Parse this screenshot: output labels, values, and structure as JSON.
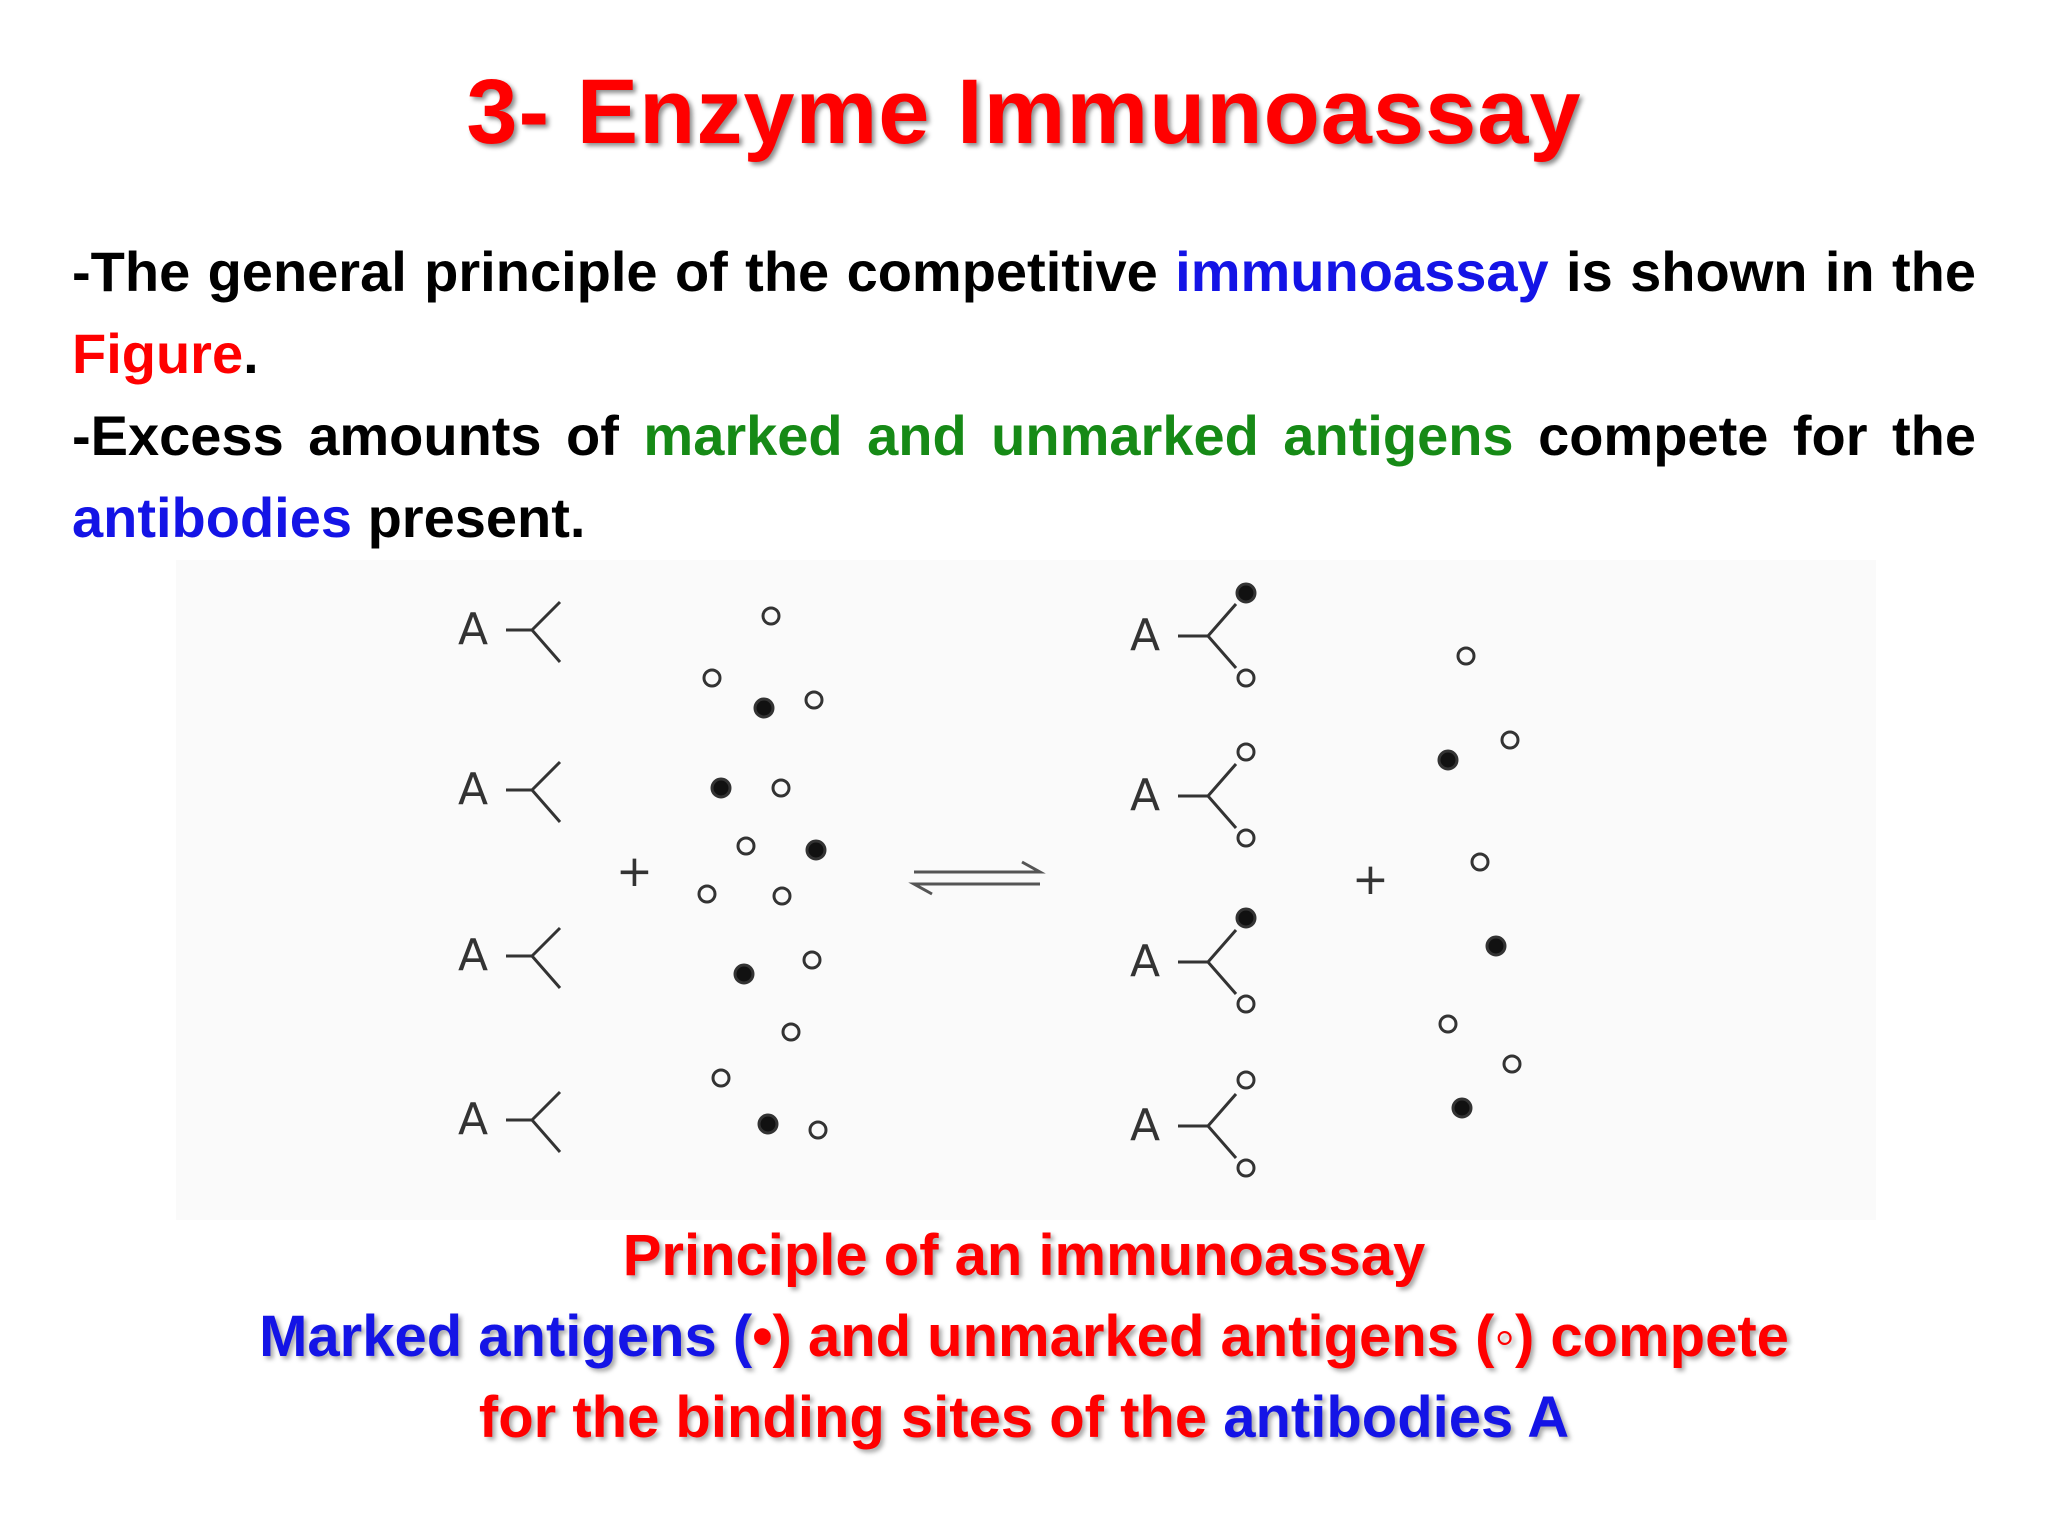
{
  "title": "3- Enzyme Immunoassay",
  "bullets": [
    {
      "p1": "-The general principle of the competitive ",
      "p2": "immunoassay",
      "p3": " is shown in the ",
      "p4": "Figure",
      "p5": "."
    },
    {
      "p1": "-Excess amounts of ",
      "p2": "marked and unmarked antigens",
      "p3": " compete for the ",
      "p4": "antibodies",
      "p5": " present."
    }
  ],
  "figure": {
    "antibody_label": "A",
    "plus": "+",
    "left_antibodies": [
      "A",
      "A",
      "A",
      "A"
    ],
    "right_antibodies": [
      "A",
      "A",
      "A",
      "A"
    ]
  },
  "caption": {
    "line1": "Principle of an immunoassay",
    "line2_a": "Marked antigens (",
    "line2_b": "•",
    "line2_c": ") and unmarked antigens (",
    "line2_d": "◦",
    "line2_e": ") compete",
    "line3_a": "for the binding sites of the ",
    "line3_b": "antibodies A"
  },
  "colors": {
    "title": "#ff0000",
    "blue": "#1414e6",
    "green": "#168a16",
    "red": "#ff0000"
  }
}
